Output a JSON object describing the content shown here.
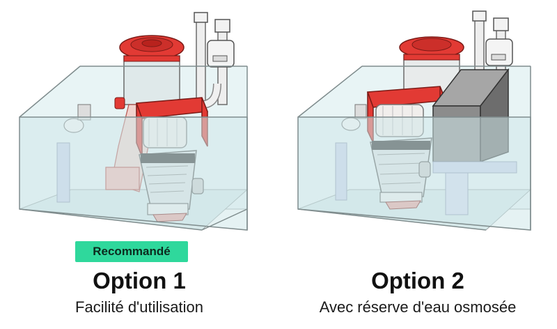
{
  "colors": {
    "badge_background": "#2fd89c",
    "skimmer_red": "#e23a34",
    "glass_tint": "#cfe8ea",
    "reserve_tank": "#8c8c8c"
  },
  "options": [
    {
      "badge": "Recommandé",
      "title": "Option 1",
      "subtitle": "Facilité d'utilisation"
    },
    {
      "title": "Option 2",
      "subtitle": "Avec réserve d'eau osmosée"
    }
  ]
}
